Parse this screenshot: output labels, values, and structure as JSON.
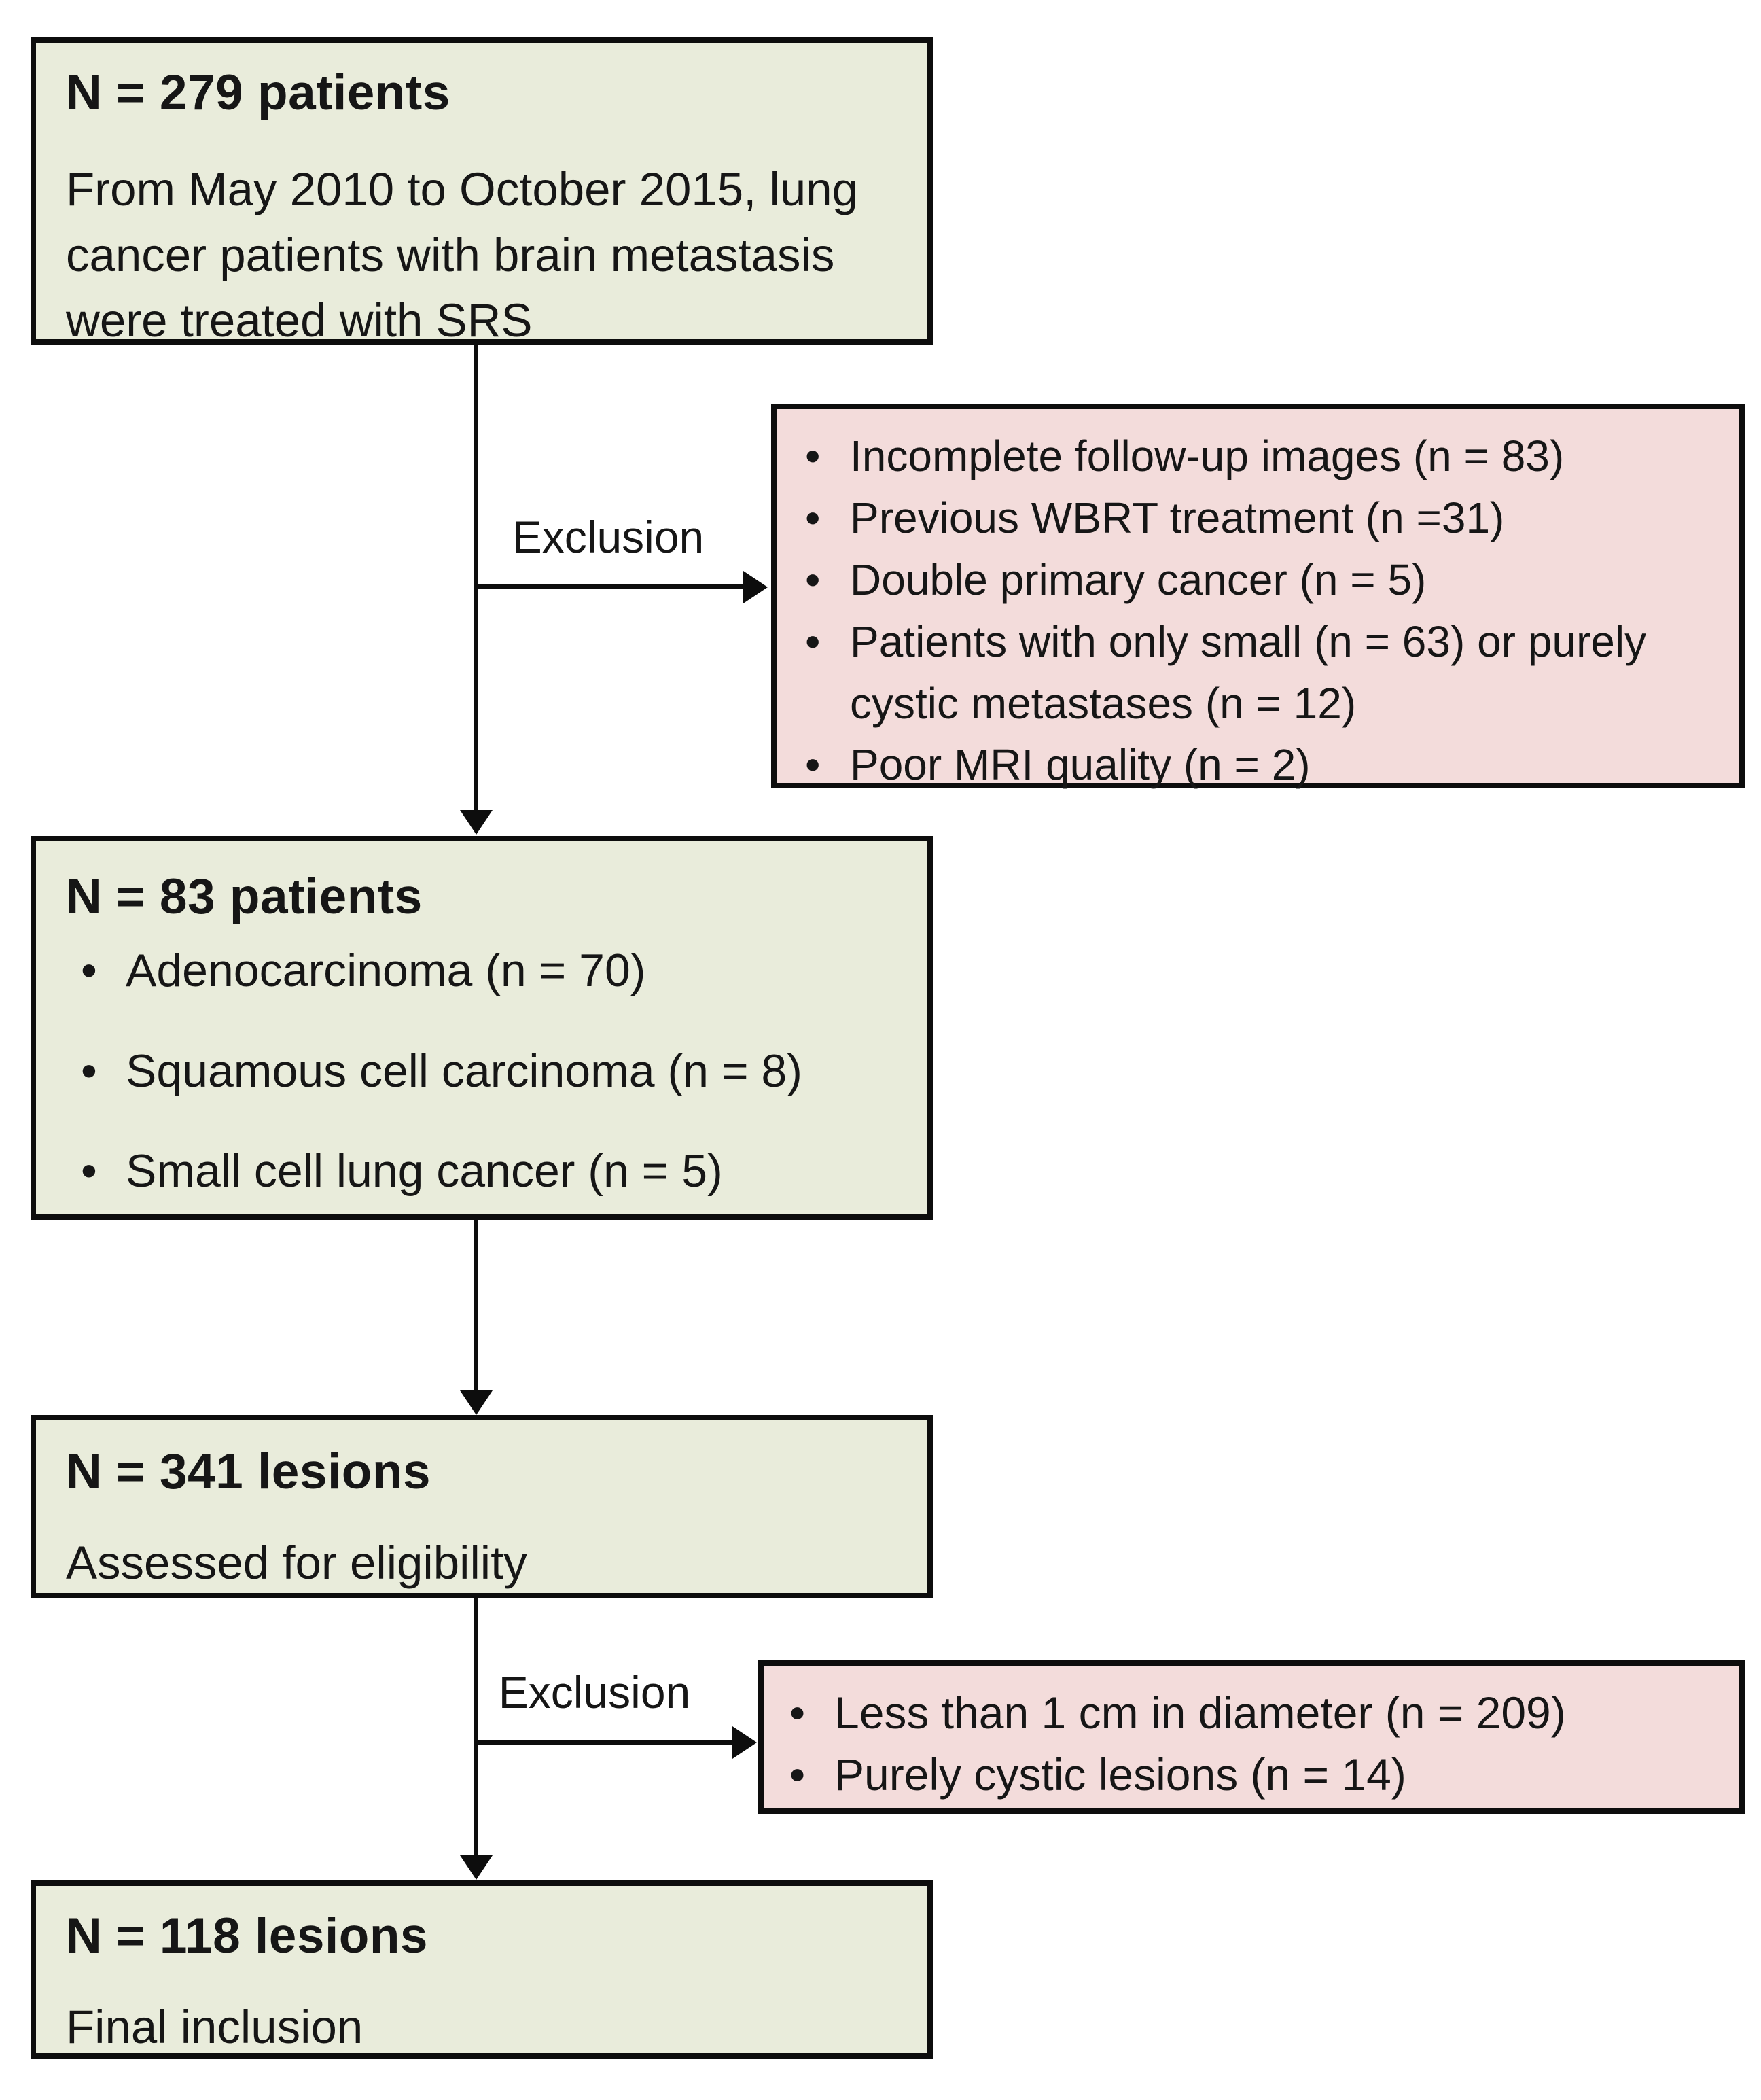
{
  "flowchart": {
    "colors": {
      "green_fill": "#e9ecdb",
      "pink_fill": "#f3dcdb",
      "border": "#0d0d0d",
      "ink": "#161616"
    },
    "box1": {
      "title": "N = 279 patients",
      "body": "From May 2010 to October 2015, lung cancer patients with brain metastasis were treated with SRS"
    },
    "exclusion1": {
      "label": "Exclusion",
      "items": [
        "Incomplete follow-up images (n = 83)",
        "Previous WBRT treatment (n =31)",
        "Double primary cancer (n = 5)",
        "Patients with only small (n = 63) or purely cystic metastases (n = 12)",
        "Poor MRI quality (n = 2)"
      ]
    },
    "box2": {
      "title": "N = 83 patients",
      "items": [
        "Adenocarcinoma (n = 70)",
        "Squamous cell carcinoma (n = 8)",
        "Small cell lung cancer (n = 5)"
      ]
    },
    "box3": {
      "title": "N = 341 lesions",
      "body": "Assessed for eligibility"
    },
    "exclusion2": {
      "label": "Exclusion",
      "items": [
        "Less than 1 cm in diameter (n = 209)",
        "Purely cystic lesions (n = 14)"
      ]
    },
    "box4": {
      "title": "N = 118 lesions",
      "body": "Final inclusion"
    }
  }
}
